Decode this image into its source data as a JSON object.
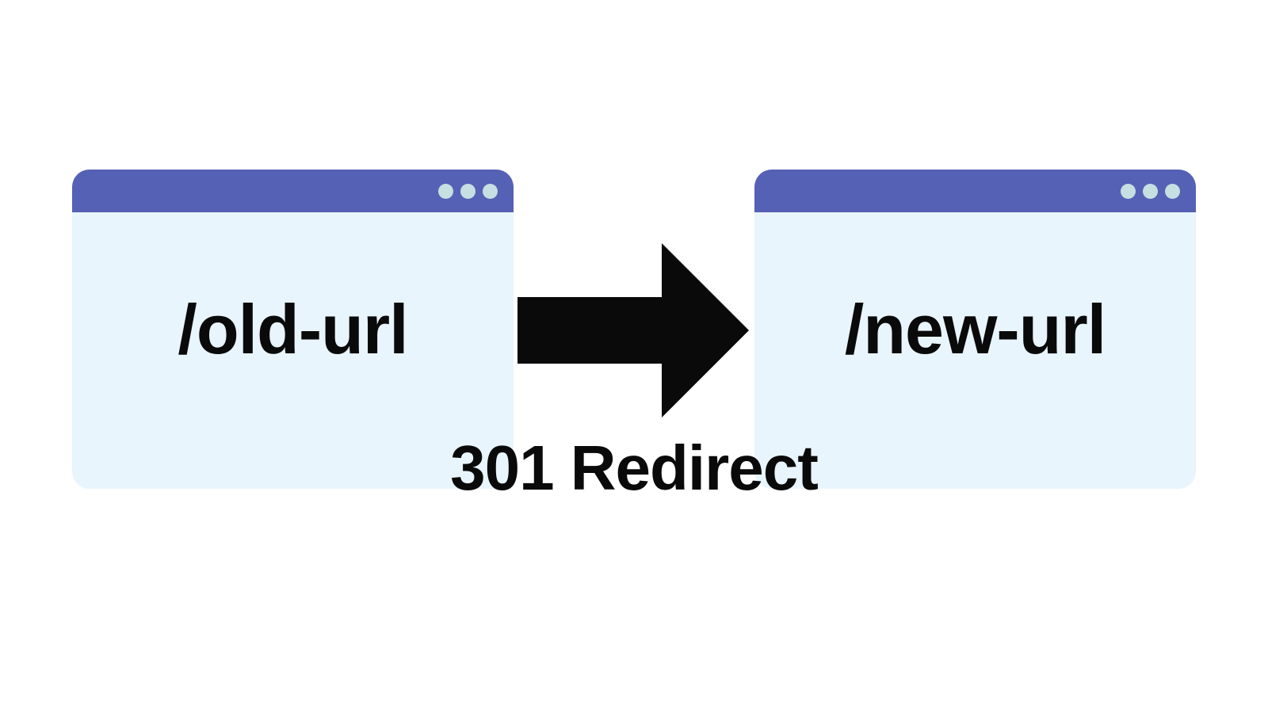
{
  "old_window": {
    "label": "/old-url"
  },
  "new_window": {
    "label": "/new-url"
  },
  "arrow_label": "301 Redirect",
  "colors": {
    "background": "#ffffff",
    "titlebar": "#5561b4",
    "window_body": "#e9f5fc",
    "window_dots": "#c7dfe2",
    "arrow": "#0a0a0a",
    "text": "#0a0a0a"
  }
}
